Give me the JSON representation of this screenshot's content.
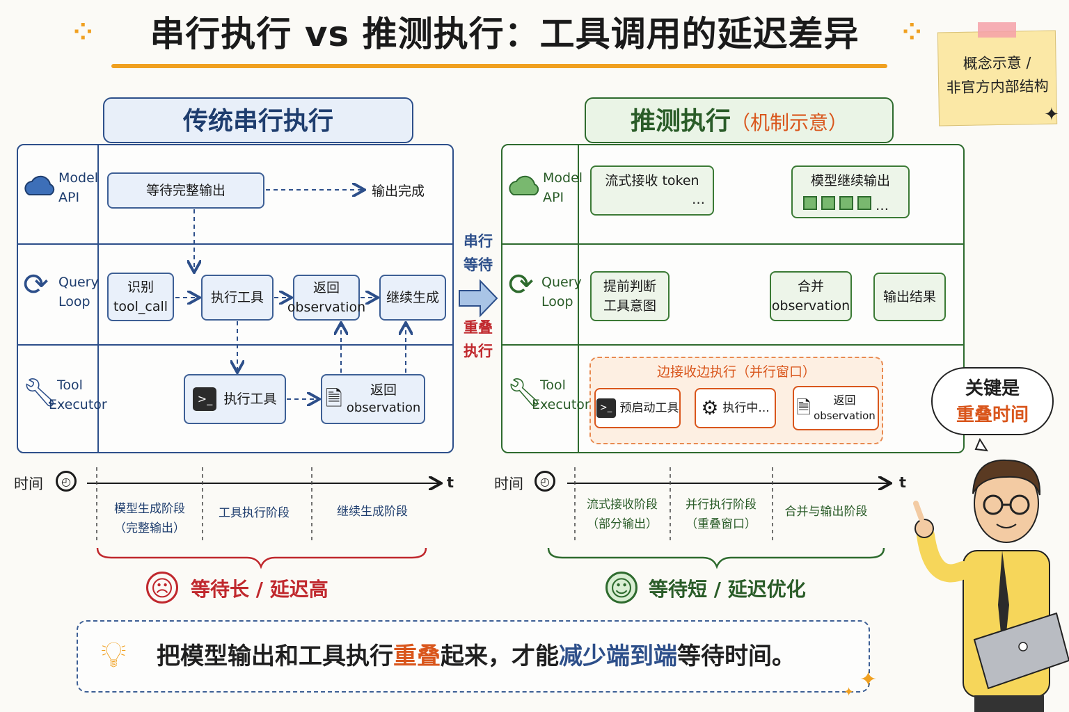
{
  "title": "串行执行 vs 推测执行：工具调用的延迟差异",
  "sticky": {
    "line1": "概念示意 /",
    "line2": "非官方内部结构"
  },
  "left": {
    "heading": "传统串行执行",
    "lanes": {
      "model_api": [
        "Model",
        "API"
      ],
      "query_loop": [
        "Query",
        "Loop"
      ],
      "tool_executor": [
        "Tool",
        "Executor"
      ]
    },
    "wait_output": "等待完整输出",
    "output_done": "输出完成",
    "identify": [
      "识别",
      "tool_call"
    ],
    "exec_tool": "执行工具",
    "return_obs": [
      "返回",
      "observation"
    ],
    "continue_gen": "继续生成",
    "tool_exec": "执行工具",
    "tool_return": [
      "返回",
      "observation"
    ],
    "phases": [
      [
        "模型生成阶段",
        "（完整输出）"
      ],
      [
        "工具执行阶段"
      ],
      [
        "继续生成阶段"
      ]
    ],
    "result": "等待长 / 延迟高"
  },
  "middle": {
    "serial_wait": [
      "串行",
      "等待"
    ],
    "overlap_exec": [
      "重叠",
      "执行"
    ]
  },
  "right": {
    "heading": "推测执行",
    "heading_sub": "（机制示意）",
    "lanes": {
      "model_api": [
        "Model",
        "API"
      ],
      "query_loop": [
        "Query",
        "Loop"
      ],
      "tool_executor": [
        "Tool",
        "Executor"
      ]
    },
    "stream_token": "流式接收 token",
    "model_continue": "模型继续输出",
    "predict": [
      "提前判断",
      "工具意图"
    ],
    "merge_obs": [
      "合并",
      "observation"
    ],
    "output_result": "输出结果",
    "parallel_window": "边接收边执行（并行窗口）",
    "prestart": "预启动工具",
    "executing": "执行中...",
    "tool_return": [
      "返回",
      "observation"
    ],
    "phases": [
      [
        "流式接收阶段",
        "（部分输出）"
      ],
      [
        "并行执行阶段",
        "（重叠窗口）"
      ],
      [
        "合并与输出阶段"
      ]
    ],
    "result": "等待短 / 延迟优化"
  },
  "axis": {
    "time_label": "时间",
    "t_label": "t"
  },
  "bubble": {
    "line1": "关键是",
    "line2": "重叠时间"
  },
  "bottom": {
    "part1": "把模型输出和工具执行",
    "part2": "重叠",
    "part3": "起来，才能",
    "part4": "减少端到端",
    "part5": "等待时间。"
  },
  "colors": {
    "blue": "#2d4f8a",
    "green": "#2e6b2e",
    "orange": "#d9561c",
    "red": "#c0282d",
    "accent": "#f0a020"
  }
}
